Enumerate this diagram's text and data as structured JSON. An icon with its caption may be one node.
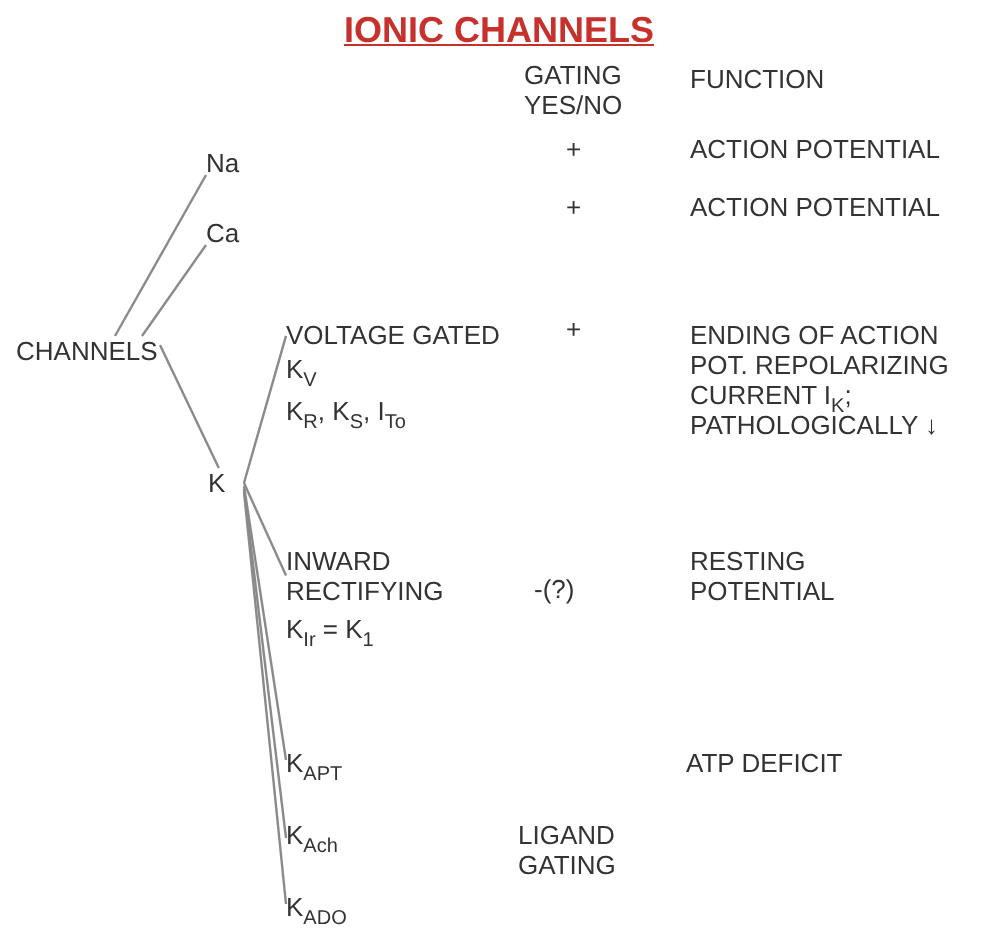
{
  "diagram": {
    "title": "IONIC CHANNELS",
    "nodes": [
      {
        "text": [
          "CHANNELS"
        ]
      },
      {
        "text": [
          "Na"
        ]
      },
      {
        "text": [
          "Ca"
        ]
      },
      {
        "text": [
          "K"
        ]
      },
      {
        "text": [
          "VOLTAGE GATED",
          "K$_{V}$",
          "K$_{R}$, K$_{S}$, I$_{To}$"
        ]
      },
      {
        "text": [
          "INWARD RECTIFYING",
          "K$_{Ir}$ = K$_{1}$"
        ]
      },
      {
        "text": [
          "K$_{APT}$"
        ]
      },
      {
        "text": [
          "K$_{Ach}$"
        ]
      },
      {
        "text": [
          "K$_{ADO}$"
        ]
      }
    ],
    "edges": [
      {
        "from": 0,
        "to": 1,
        "arrow": "none"
      },
      {
        "from": 0,
        "to": 2,
        "arrow": "none"
      },
      {
        "from": 0,
        "to": 3,
        "arrow": "none"
      },
      {
        "from": 3,
        "to": 4,
        "arrow": "none"
      },
      {
        "from": 3,
        "to": 5,
        "arrow": "none"
      },
      {
        "from": 3,
        "to": 6,
        "arrow": "none"
      },
      {
        "from": 3,
        "to": 7,
        "arrow": "none"
      },
      {
        "from": 3,
        "to": 8,
        "arrow": "none"
      }
    ],
    "labels": [
      "GATING YES/NO",
      "FUNCTION",
      "+",
      "ACTION POTENTIAL",
      "+",
      "ACTION POTENTIAL",
      "+",
      "ENDING OF ACTION POT. REPOLARIZING CURRENT I$_{K}$; PATHOLOGICALLY ↓",
      "-(?)",
      "RESTING POTENTIAL",
      "ATP DEFICIT",
      "LIGAND GATING"
    ]
  }
}
